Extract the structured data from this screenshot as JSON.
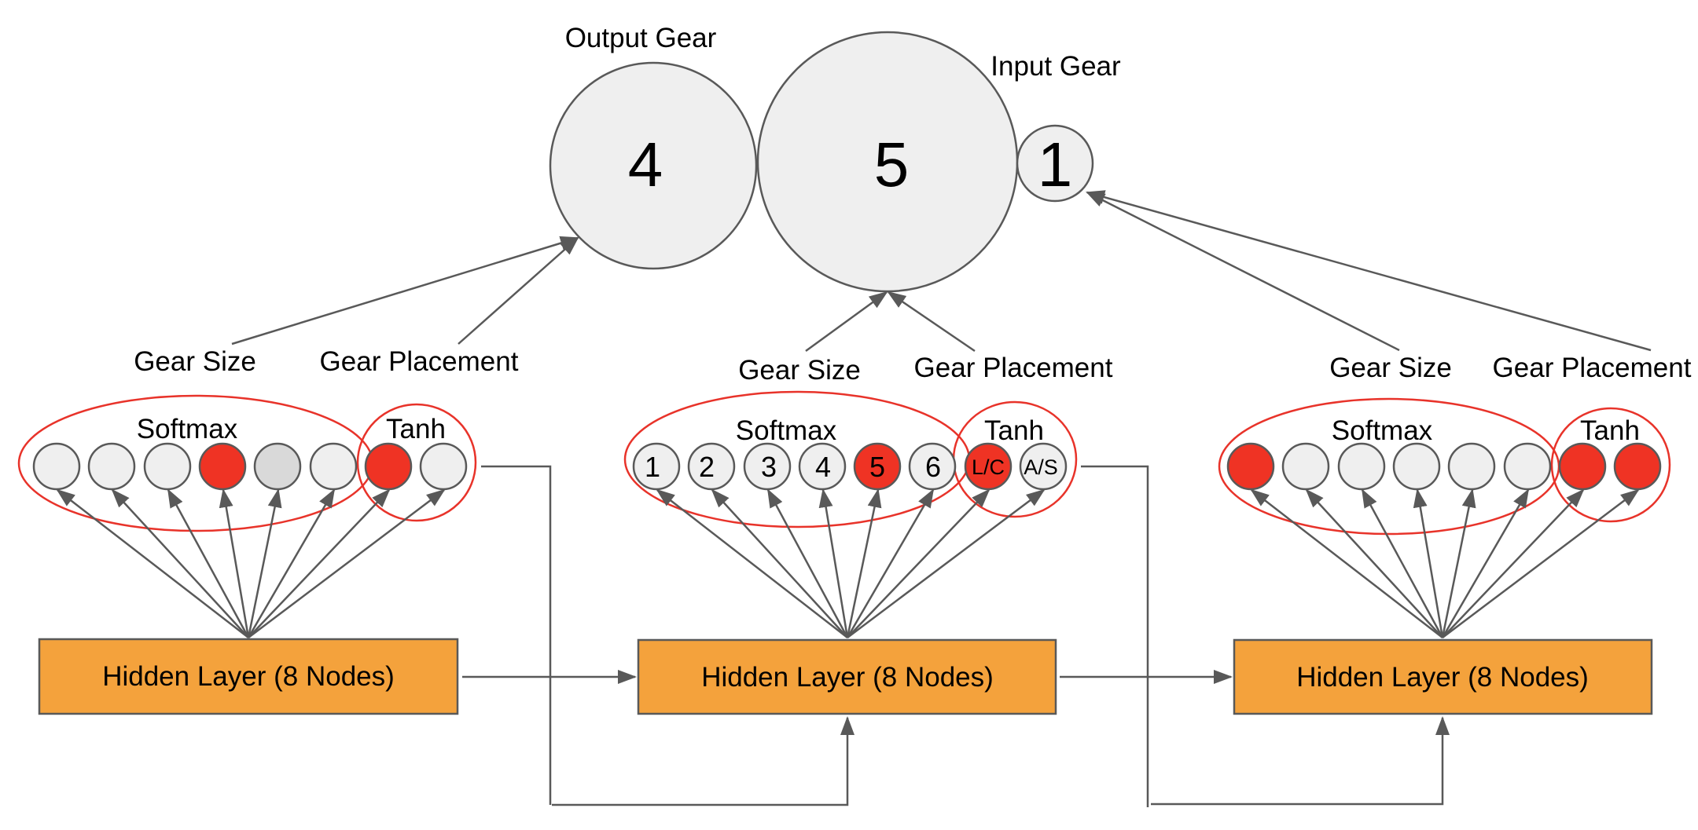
{
  "colors": {
    "active": "#ef3324",
    "inactive": "#efefef",
    "highlight_gray": "#d9d9d9",
    "ellipse": "#e8332a",
    "hidden_fill": "#f4a23c",
    "stroke": "#595959"
  },
  "gears": [
    {
      "label": "Output Gear",
      "value": "4"
    },
    {
      "label": "",
      "value": "5"
    },
    {
      "label": "Input Gear",
      "value": "1"
    }
  ],
  "columns": [
    {
      "gear_size_label": "Gear Size",
      "gear_placement_label": "Gear Placement",
      "softmax_label": "Softmax",
      "tanh_label": "Tanh",
      "softmax_nodes": [
        {
          "text": "",
          "state": "inactive"
        },
        {
          "text": "",
          "state": "inactive"
        },
        {
          "text": "",
          "state": "inactive"
        },
        {
          "text": "",
          "state": "active"
        },
        {
          "text": "",
          "state": "highlight"
        },
        {
          "text": "",
          "state": "inactive"
        }
      ],
      "tanh_nodes": [
        {
          "text": "",
          "state": "active"
        },
        {
          "text": "",
          "state": "inactive"
        }
      ],
      "hidden_label": "Hidden Layer (8 Nodes)"
    },
    {
      "gear_size_label": "Gear Size",
      "gear_placement_label": "Gear Placement",
      "softmax_label": "Softmax",
      "tanh_label": "Tanh",
      "softmax_nodes": [
        {
          "text": "1",
          "state": "inactive"
        },
        {
          "text": "2",
          "state": "inactive"
        },
        {
          "text": "3",
          "state": "inactive"
        },
        {
          "text": "4",
          "state": "inactive"
        },
        {
          "text": "5",
          "state": "active"
        },
        {
          "text": "6",
          "state": "inactive"
        }
      ],
      "tanh_nodes": [
        {
          "text": "L/C",
          "state": "active"
        },
        {
          "text": "A/S",
          "state": "inactive"
        }
      ],
      "hidden_label": "Hidden Layer (8 Nodes)"
    },
    {
      "gear_size_label": "Gear Size",
      "gear_placement_label": "Gear Placement",
      "softmax_label": "Softmax",
      "tanh_label": "Tanh",
      "softmax_nodes": [
        {
          "text": "",
          "state": "active"
        },
        {
          "text": "",
          "state": "inactive"
        },
        {
          "text": "",
          "state": "inactive"
        },
        {
          "text": "",
          "state": "inactive"
        },
        {
          "text": "",
          "state": "inactive"
        },
        {
          "text": "",
          "state": "inactive"
        }
      ],
      "tanh_nodes": [
        {
          "text": "",
          "state": "active"
        },
        {
          "text": "",
          "state": "active"
        }
      ],
      "hidden_label": "Hidden Layer (8 Nodes)"
    }
  ]
}
